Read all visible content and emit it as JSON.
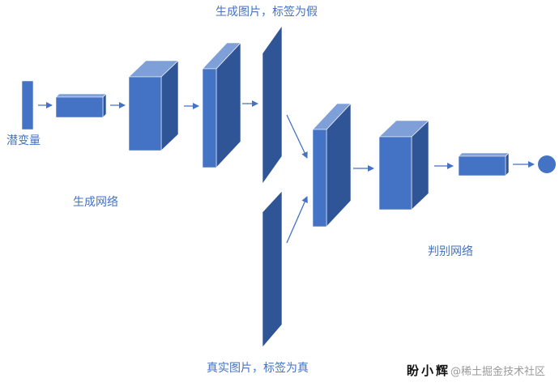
{
  "labels": {
    "fake_images": "生成图片，标签为假",
    "latent": "潜变量",
    "generator": "生成网络",
    "discriminator": "判别网络",
    "real_images": "真实图片，标签为真"
  },
  "watermark": {
    "author": "盼小辉",
    "site": "@稀土掘金技术社区"
  },
  "colors": {
    "front": "#4472C4",
    "top": "#7F9FD8",
    "side": "#2F5597",
    "arrow": "#4472C4",
    "label": "#4472C4"
  }
}
